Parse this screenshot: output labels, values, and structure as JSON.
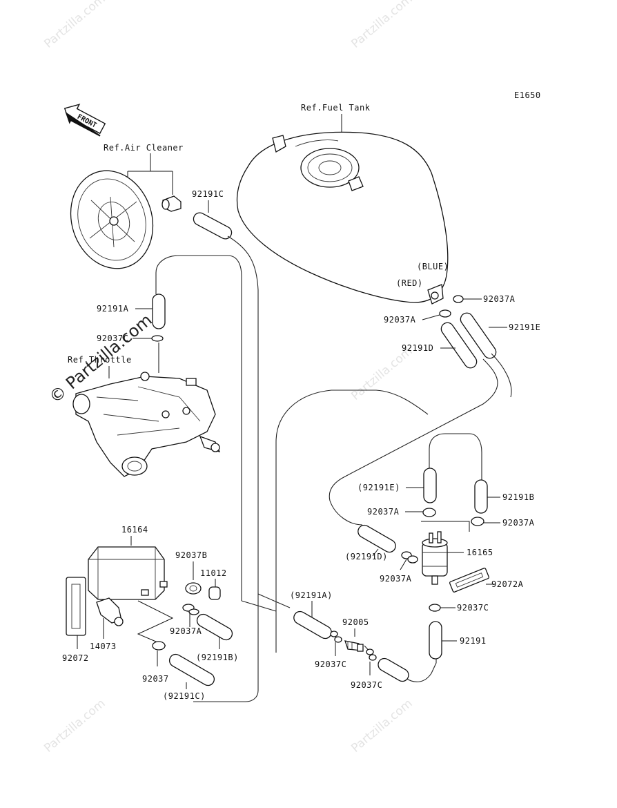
{
  "diagram_code": "E1650",
  "watermark": "Partzilla.com",
  "copyright_mark": "© Partzilla.com",
  "front_label": "FRONT",
  "refs": {
    "fuel_tank": "Ref.Fuel Tank",
    "air_cleaner": "Ref.Air Cleaner",
    "throttle": "Ref.Throttle"
  },
  "colors": {
    "blue_tag": "(BLUE)",
    "red_tag": "(RED)"
  },
  "parts": {
    "p92191C": "92191C",
    "p92191A": "92191A",
    "p92037C_top": "92037C",
    "p92037A_tank_right": "92037A",
    "p92037A_tank_left": "92037A",
    "p92191E": "92191E",
    "p92191D": "92191D",
    "p92191E_paren": "(92191E)",
    "p92191B": "92191B",
    "p92037A_mid_left": "92037A",
    "p92037A_mid_right": "92037A",
    "p92191D_paren": "(92191D)",
    "p16165": "16165",
    "p92037A_filter": "92037A",
    "p92072A": "92072A",
    "p92037C_filter": "92037C",
    "p92191": "92191",
    "p16164": "16164",
    "p92037B": "92037B",
    "p11012": "11012",
    "p92037A_canister": "92037A",
    "p92191B_paren": "(92191B)",
    "p92072": "92072",
    "p14073": "14073",
    "p92037": "92037",
    "p92191C_paren": "(92191C)",
    "p92191A_paren": "(92191A)",
    "p92005": "92005",
    "p92037C_left": "92037C",
    "p92037C_right": "92037C"
  }
}
